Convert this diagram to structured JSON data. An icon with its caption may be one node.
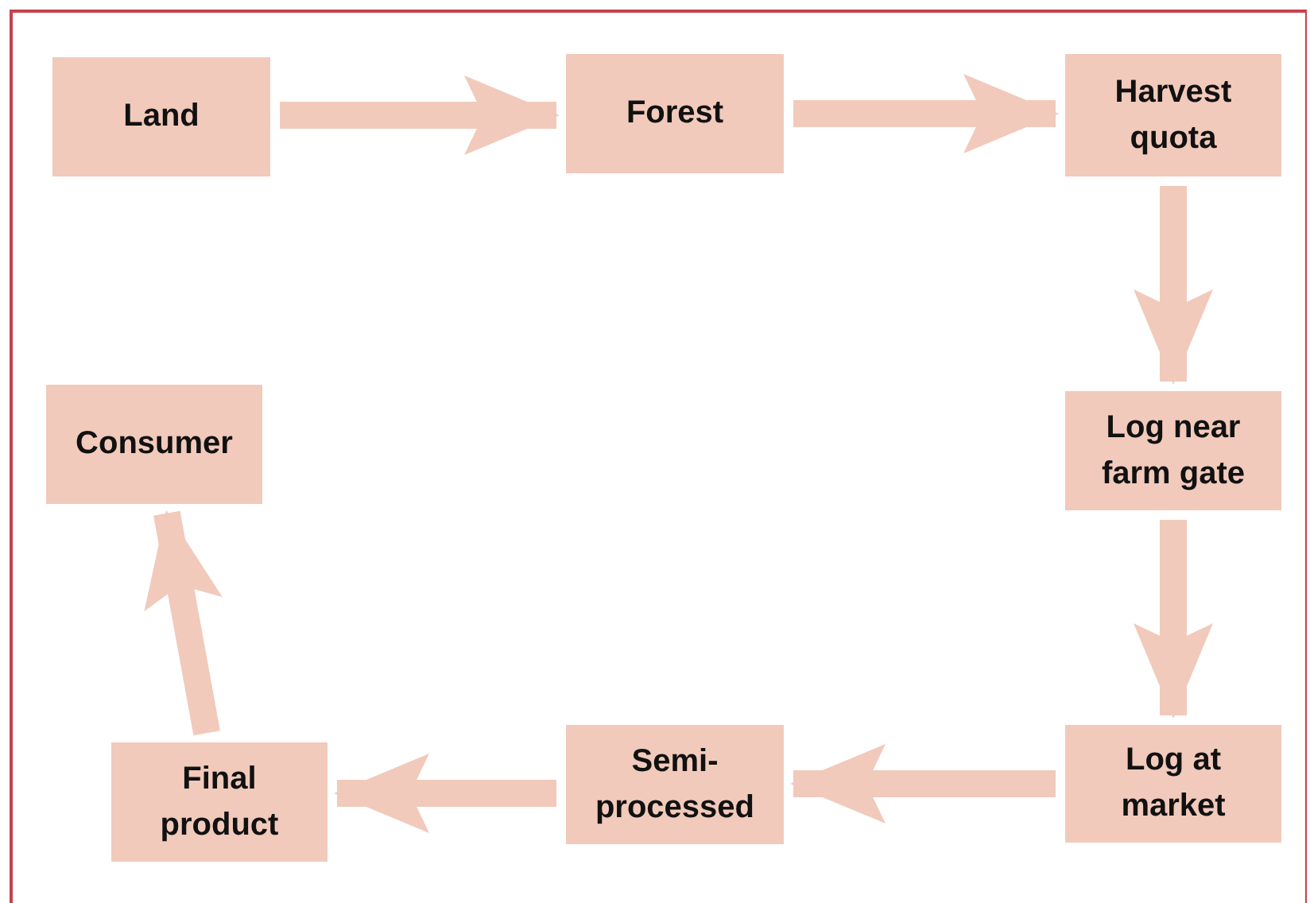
{
  "diagram": {
    "nodes": [
      {
        "text": [
          "Land"
        ]
      },
      {
        "text": [
          "Forest"
        ]
      },
      {
        "text": [
          "Harvest quota"
        ]
      },
      {
        "text": [
          "Log near farm gate"
        ]
      },
      {
        "text": [
          "Log at market"
        ]
      },
      {
        "text": [
          "Semi-processed"
        ]
      },
      {
        "text": [
          "Final product"
        ]
      },
      {
        "text": [
          "Consumer"
        ]
      }
    ],
    "edges": [
      {
        "from": 0,
        "to": 1,
        "arrow": "to"
      },
      {
        "from": 1,
        "to": 2,
        "arrow": "to"
      },
      {
        "from": 2,
        "to": 3,
        "arrow": "to"
      },
      {
        "from": 3,
        "to": 4,
        "arrow": "to"
      },
      {
        "from": 4,
        "to": 5,
        "arrow": "to"
      },
      {
        "from": 5,
        "to": 6,
        "arrow": "to"
      },
      {
        "from": 6,
        "to": 7,
        "arrow": "to"
      }
    ]
  }
}
